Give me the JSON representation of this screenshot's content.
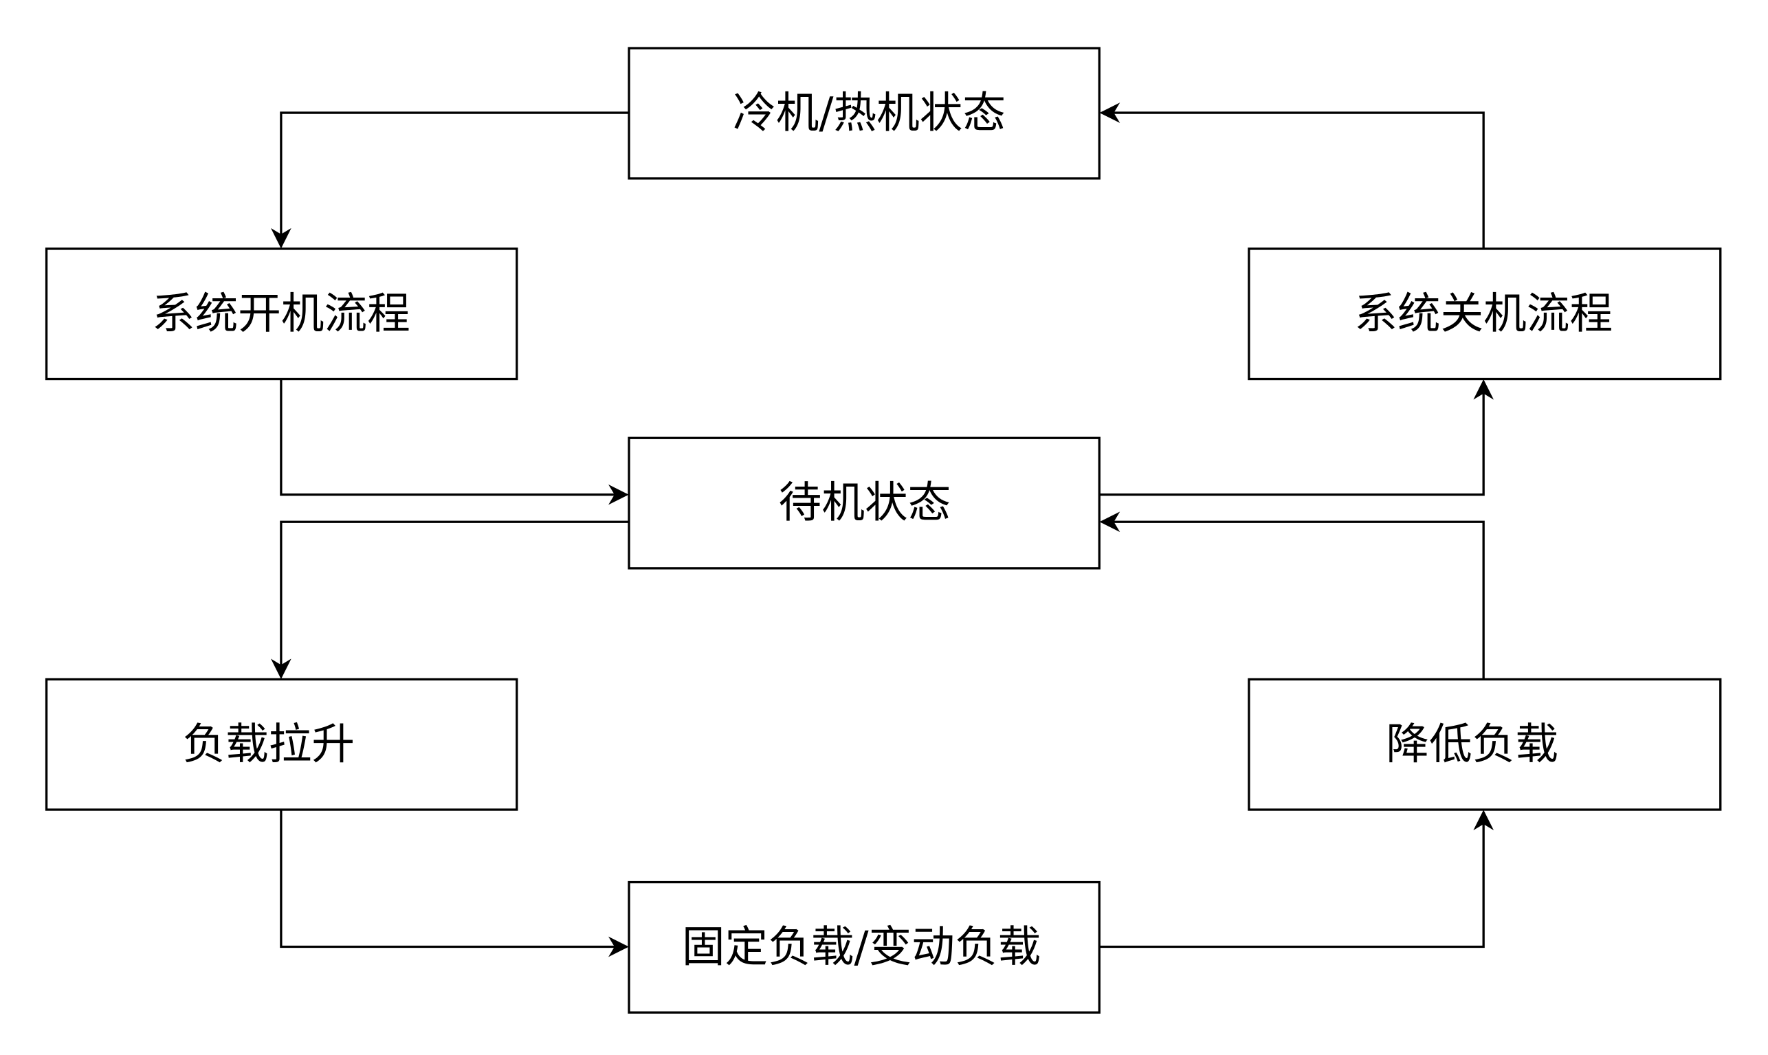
{
  "nodes": {
    "cold_hot": "冷机/热机状态",
    "startup": "系统开机流程",
    "shutdown": "系统关机流程",
    "standby": "待机状态",
    "ramp_up": "负载拉升",
    "reduce": "降低负载",
    "fixed_variable": "固定负载/变动负载"
  },
  "edges": [
    {
      "from": "cold_hot",
      "to": "startup"
    },
    {
      "from": "startup",
      "to": "standby"
    },
    {
      "from": "standby",
      "to": "ramp_up"
    },
    {
      "from": "ramp_up",
      "to": "fixed_variable"
    },
    {
      "from": "fixed_variable",
      "to": "reduce"
    },
    {
      "from": "reduce",
      "to": "standby"
    },
    {
      "from": "standby",
      "to": "shutdown"
    },
    {
      "from": "shutdown",
      "to": "cold_hot"
    }
  ],
  "colors": {
    "stroke": "#000000",
    "background": "#ffffff"
  }
}
